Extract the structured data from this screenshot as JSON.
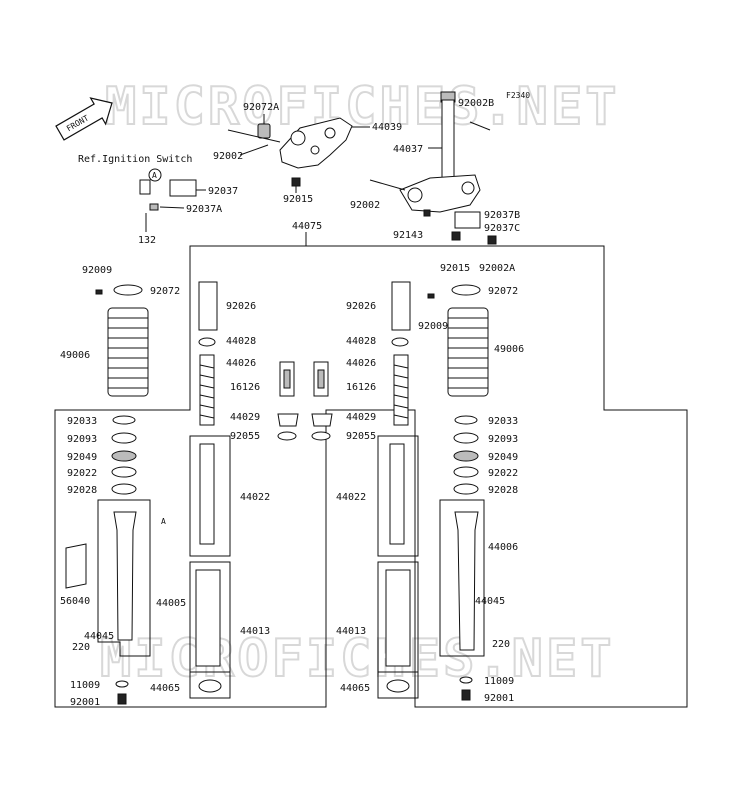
{
  "diagram_code": "F2340",
  "watermark": "MICROFICHES.NET",
  "front_label": "FRONT",
  "ref_note": "Ref.Ignition Switch",
  "callout_marker": "A",
  "labels": {
    "p92072A": "92072A",
    "p92002_l": "92002",
    "p92015_l": "92015",
    "p44039": "44039",
    "p92002B": "92002B",
    "p44037": "44037",
    "p92002_r": "92002",
    "p92037": "92037",
    "p92037A": "92037A",
    "p132": "132",
    "p92037B": "92037B",
    "p92037C": "92037C",
    "p92143": "92143",
    "p92015_r": "92015",
    "p92002A": "92002A",
    "p44075": "44075",
    "p92009_l": "92009",
    "p92072_l": "92072",
    "p92009_r": "92009",
    "p92072_r": "92072",
    "p92026_l": "92026",
    "p92026_r": "92026",
    "p44028_l": "44028",
    "p44028_r": "44028",
    "p44026_l": "44026",
    "p44026_r": "44026",
    "p49006_l": "49006",
    "p49006_r": "49006",
    "p16126_l": "16126",
    "p16126_r": "16126",
    "p44029_l": "44029",
    "p44029_r": "44029",
    "p92055_l": "92055",
    "p92055_r": "92055",
    "p92033_l": "92033",
    "p92033_r": "92033",
    "p92093_l": "92093",
    "p92093_r": "92093",
    "p92049_l": "92049",
    "p92049_r": "92049",
    "p92022_l": "92022",
    "p92022_r": "92022",
    "p92028_l": "92028",
    "p92028_r": "92028",
    "p44022_l": "44022",
    "p44022_r": "44022",
    "p44006": "44006",
    "p44005": "44005",
    "p56040": "56040",
    "p44045_l": "44045",
    "p44045_r": "44045",
    "p220_l": "220",
    "p220_r": "220",
    "p44013_l": "44013",
    "p44013_r": "44013",
    "p11009_l": "11009",
    "p11009_r": "11009",
    "p44065_l": "44065",
    "p44065_r": "44065",
    "p92001_l": "92001",
    "p92001_r": "92001"
  }
}
